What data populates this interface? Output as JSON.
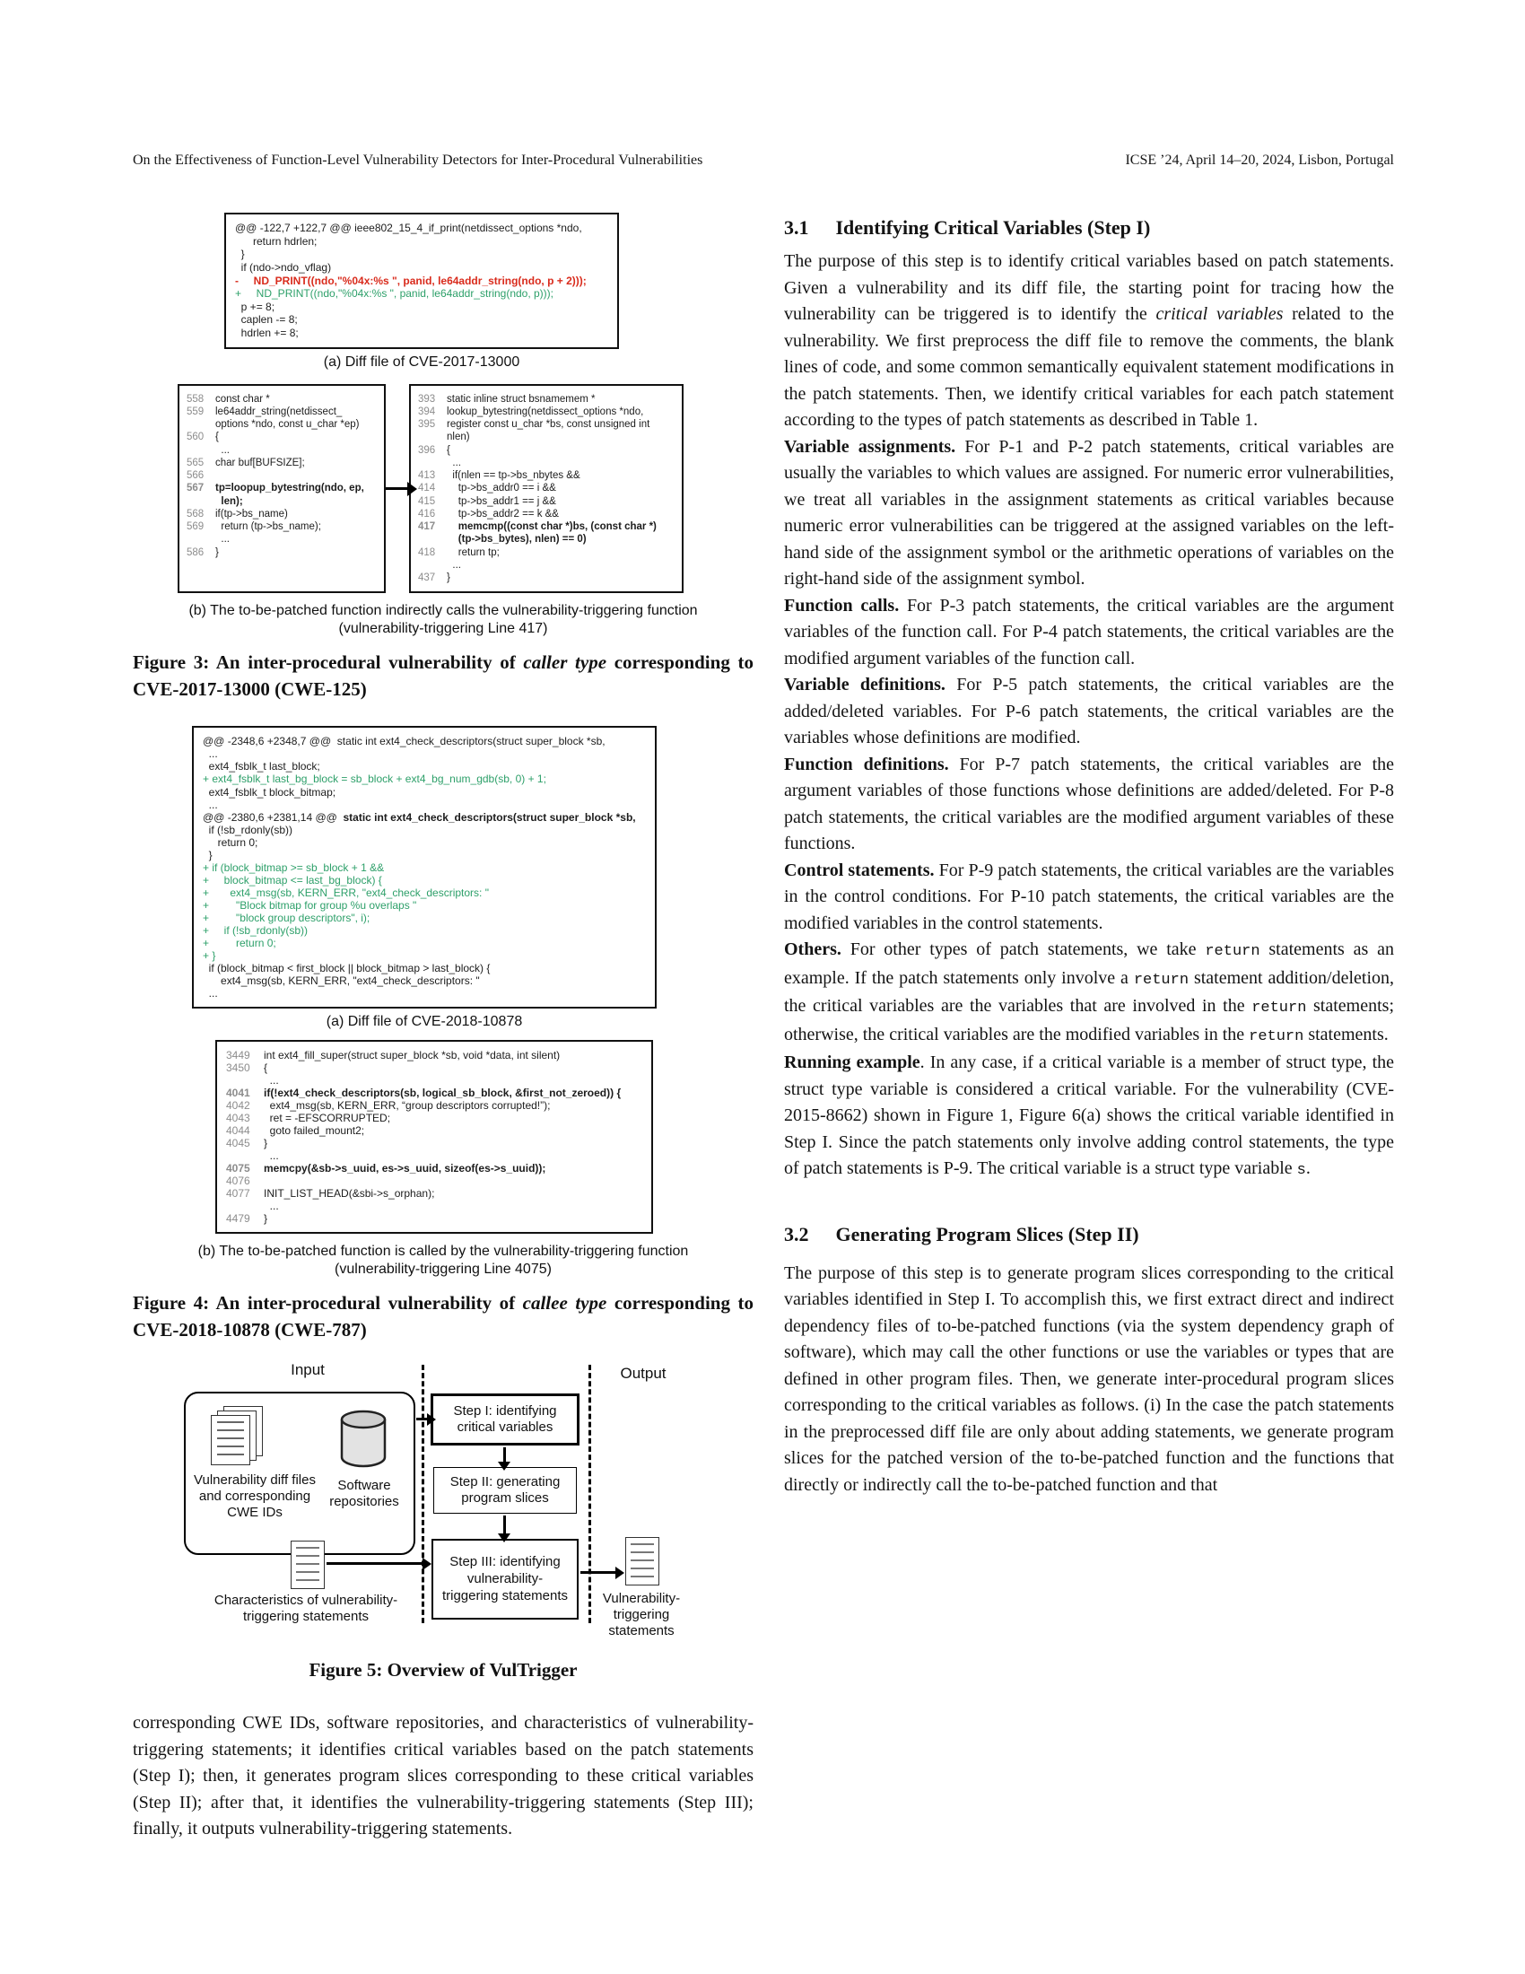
{
  "header": {
    "left": "On the Effectiveness of Function-Level Vulnerability Detectors for Inter-Procedural Vulnerabilities",
    "right": "ICSE ’24, April 14–20, 2024, Lisbon, Portugal"
  },
  "colors": {
    "diff_removed": "#d92b1c",
    "diff_added": "#2ea06a",
    "line_number_gray": "#8c8c8c"
  },
  "figure3": {
    "diff_a": [
      {
        "t": "@@ -122,7 +122,7 @@ ieee802_15_4_if_print(netdissect_options *ndo,"
      },
      {
        "t": "      return hdrlen;"
      },
      {
        "t": "  }"
      },
      {
        "t": "  if (ndo->ndo_vflag)"
      },
      {
        "t": "-     ND_PRINT((ndo,\"%04x:%s \", panid, le64addr_string(ndo, p + 2)));",
        "c": "red",
        "b": true
      },
      {
        "t": "+     ND_PRINT((ndo,\"%04x:%s \", panid, le64addr_string(ndo, p)));",
        "c": "green"
      },
      {
        "t": "  p += 8;"
      },
      {
        "t": "  caplen -= 8;"
      },
      {
        "t": "  hdrlen += 8;"
      }
    ],
    "caption_a": "(a) Diff file of CVE-2017-13000",
    "caller_box": [
      {
        "n": "558",
        "t": "const char *"
      },
      {
        "n": "559",
        "t": "le64addr_string(netdissect_"
      },
      {
        "n": "",
        "t": "options *ndo, const u_char *ep)"
      },
      {
        "n": "560",
        "t": "{"
      },
      {
        "n": "",
        "t": "  ..."
      },
      {
        "n": "565",
        "t": "char buf[BUFSIZE];"
      },
      {
        "n": "566",
        "t": ""
      },
      {
        "n": "567",
        "t": "tp=loopup_bytestring(ndo, ep,",
        "b": true
      },
      {
        "n": "",
        "t": "  len);",
        "b": true
      },
      {
        "n": "568",
        "t": "if(tp->bs_name)"
      },
      {
        "n": "569",
        "t": "  return (tp->bs_name);"
      },
      {
        "n": "",
        "t": "  ..."
      },
      {
        "n": "586",
        "t": "}"
      }
    ],
    "callee_box": [
      {
        "n": "393",
        "t": "static inline struct bsnamemem *"
      },
      {
        "n": "394",
        "t": "lookup_bytestring(netdissect_options *ndo,"
      },
      {
        "n": "395",
        "t": "register const u_char *bs, const unsigned int"
      },
      {
        "n": "",
        "t": "nlen)"
      },
      {
        "n": "396",
        "t": "{"
      },
      {
        "n": "",
        "t": "  ..."
      },
      {
        "n": "413",
        "t": "  if(nlen == tp->bs_nbytes &&"
      },
      {
        "n": "414",
        "t": "    tp->bs_addr0 == i &&"
      },
      {
        "n": "415",
        "t": "    tp->bs_addr1 == j &&"
      },
      {
        "n": "416",
        "t": "    tp->bs_addr2 == k &&"
      },
      {
        "n": "417",
        "t": "    memcmp((const char *)bs, (const char *)",
        "b": true
      },
      {
        "n": "",
        "t": "    (tp->bs_bytes), nlen) == 0)",
        "b": true
      },
      {
        "n": "418",
        "t": "    return tp;"
      },
      {
        "n": "",
        "t": "  ..."
      },
      {
        "n": "437",
        "t": "}"
      }
    ],
    "caption_b_line1": "(b) The to-be-patched function indirectly calls the vulnerability-triggering function",
    "caption_b_line2": "(vulnerability-triggering Line 417)",
    "caption": [
      {
        "t": "Figure 3: An inter-procedural vulnerability of ",
        "s": "b"
      },
      {
        "t": "caller type",
        "s": "bi"
      },
      {
        "t": " corresponding to CVE-2017-13000 (CWE-125)",
        "s": "b"
      }
    ]
  },
  "figure4": {
    "diff_a": [
      {
        "t": "@@ -2348,6 +2348,7 @@  static int ext4_check_descriptors(struct super_block *sb,"
      },
      {
        "t": "  ..."
      },
      {
        "t": "  ext4_fsblk_t last_block;"
      },
      {
        "t": "+ ext4_fsblk_t last_bg_block = sb_block + ext4_bg_num_gdb(sb, 0) + 1;",
        "c": "green"
      },
      {
        "t": "  ext4_fsblk_t block_bitmap;"
      },
      {
        "t": "  ..."
      },
      {
        "t": "@@ -2380,6 +2381,14 @@  ",
        "t2": "static int ext4_check_descriptors(struct super_block *sb,"
      },
      {
        "t": "  if (!sb_rdonly(sb))"
      },
      {
        "t": "     return 0;"
      },
      {
        "t": "  }"
      },
      {
        "t": "+ if (block_bitmap >= sb_block + 1 &&",
        "c": "green"
      },
      {
        "t": "+     block_bitmap <= last_bg_block) {",
        "c": "green"
      },
      {
        "t": "+       ext4_msg(sb, KERN_ERR, \"ext4_check_descriptors: \"",
        "c": "green"
      },
      {
        "t": "+         \"Block bitmap for group %u overlaps \"",
        "c": "green"
      },
      {
        "t": "+         \"block group descriptors\", i);",
        "c": "green"
      },
      {
        "t": "+     if (!sb_rdonly(sb))",
        "c": "green"
      },
      {
        "t": "+         return 0;",
        "c": "green"
      },
      {
        "t": "+ }",
        "c": "green"
      },
      {
        "t": "  if (block_bitmap < first_block || block_bitmap > last_block) {"
      },
      {
        "t": "      ext4_msg(sb, KERN_ERR, \"ext4_check_descriptors: \""
      },
      {
        "t": "  ..."
      }
    ],
    "caption_a": "(a) Diff file of CVE-2018-10878",
    "callee_box": [
      {
        "n": "3449",
        "t": "int ext4_fill_super(struct super_block *sb, void *data, int silent)"
      },
      {
        "n": "3450",
        "t": "{"
      },
      {
        "n": "",
        "t": "  ..."
      },
      {
        "n": "4041",
        "t": "if(!ext4_check_descriptors(sb, logical_sb_block, &first_not_zeroed)) {",
        "b": true
      },
      {
        "n": "4042",
        "t": "  ext4_msg(sb, KERN_ERR, “group descriptors corrupted!”);"
      },
      {
        "n": "4043",
        "t": "  ret = -EFSCORRUPTED;"
      },
      {
        "n": "4044",
        "t": "  goto failed_mount2;"
      },
      {
        "n": "4045",
        "t": "}"
      },
      {
        "n": "",
        "t": "  ..."
      },
      {
        "n": "4075",
        "t": "memcpy(&sb->s_uuid, es->s_uuid, sizeof(es->s_uuid));",
        "b": true
      },
      {
        "n": "4076",
        "t": ""
      },
      {
        "n": "4077",
        "t": "INIT_LIST_HEAD(&sbi->s_orphan);"
      },
      {
        "n": "",
        "t": "  ..."
      },
      {
        "n": "4479",
        "t": "}"
      }
    ],
    "caption_b_line1": "(b) The to-be-patched function is called by the vulnerability-triggering function",
    "caption_b_line2": "(vulnerability-triggering Line 4075)",
    "caption": [
      {
        "t": "Figure 4: An inter-procedural vulnerability of ",
        "s": "b"
      },
      {
        "t": "callee type",
        "s": "bi"
      },
      {
        "t": " corresponding to CVE-2018-10878 (CWE-787)",
        "s": "b"
      }
    ]
  },
  "figure5": {
    "input_label": "Input",
    "output_label": "Output",
    "diff_files_label": "Vulnerability diff files and corresponding CWE IDs",
    "repos_label": "Software repositories",
    "step1": "Step I: identifying critical variables",
    "step2": "Step II: generating program slices",
    "step3": "Step III: identifying vulnerability-triggering statements",
    "characteristics_label": "Characteristics of vulnerability-triggering statements",
    "output_doc_label": "Vulnerability-triggering statements",
    "caption": "Figure 5: Overview of VulTrigger"
  },
  "left_column_paragraph": [
    {
      "t": "corresponding CWE IDs, software repositories, and characteristics of vulnerability-triggering statements; it identifies critical variables based on the patch statements (Step I); then, it generates program slices corresponding to these critical variables (Step II); after that, it identifies the vulnerability-triggering statements (Step III); finally, it outputs vulnerability-triggering statements."
    }
  ],
  "section31": {
    "num": "3.1",
    "title": "Identifying Critical Variables (Step I)",
    "p1": [
      {
        "t": "The purpose of this step is to identify critical variables based on patch statements. Given a vulnerability and its diff file, the starting point for tracing how the vulnerability can be triggered is to identify the "
      },
      {
        "t": "critical variables",
        "s": "i"
      },
      {
        "t": " related to the vulnerability. We first preprocess the diff file to remove the comments, the blank lines of code, and some common semantically equivalent statement modifications in the patch statements. Then, we identify critical variables for each patch statement according to the types of patch statements as described in Table 1."
      }
    ],
    "p2": [
      {
        "t": "Variable assignments.",
        "s": "b"
      },
      {
        "t": " For P-1 and P-2 patch statements, critical variables are usually the variables to which values are assigned. For numeric error vulnerabilities, we treat all variables in the assignment statements as critical variables because numeric error vulnerabilities can be triggered at the assigned variables on the left-hand side of the assignment symbol or the arithmetic operations of variables on the right-hand side of the assignment symbol."
      }
    ],
    "p3": [
      {
        "t": "Function calls.",
        "s": "b"
      },
      {
        "t": " For P-3 patch statements, the critical variables are the argument variables of the function call. For P-4 patch statements, the critical variables are the modified argument variables of the function call."
      }
    ],
    "p4": [
      {
        "t": "Variable definitions.",
        "s": "b"
      },
      {
        "t": " For P-5 patch statements, the critical variables are the added/deleted variables. For P-6 patch statements, the critical variables are the variables whose definitions are modified."
      }
    ],
    "p5": [
      {
        "t": "Function definitions.",
        "s": "b"
      },
      {
        "t": " For P-7 patch statements, the critical variables are the argument variables of those functions whose definitions are added/deleted. For P-8 patch statements, the critical variables are the modified argument variables of these functions."
      }
    ],
    "p6": [
      {
        "t": "Control statements.",
        "s": "b"
      },
      {
        "t": " For P-9 patch statements, the critical variables are the variables in the control conditions. For P-10 patch statements, the critical variables are the modified variables in the control statements."
      }
    ],
    "p7": [
      {
        "t": "Others.",
        "s": "b"
      },
      {
        "t": " For other types of patch statements, we take "
      },
      {
        "t": "return",
        "s": "m"
      },
      {
        "t": " statements as an example. If the patch statements only involve a "
      },
      {
        "t": "return",
        "s": "m"
      },
      {
        "t": " statement addition/deletion, the critical variables are the variables that are involved in the "
      },
      {
        "t": "return",
        "s": "m"
      },
      {
        "t": " statements; otherwise, the critical variables are the modified variables in the "
      },
      {
        "t": "return",
        "s": "m"
      },
      {
        "t": " statements."
      }
    ],
    "p8": [
      {
        "t": "Running example",
        "s": "b"
      },
      {
        "t": ". In any case, if a critical variable is a member of struct type, the struct type variable is considered a critical variable. For the vulnerability (CVE-2015-8662) shown in Figure 1, Figure 6(a) shows the critical variable identified in Step I. Since the patch statements only involve adding control statements, the type of patch statements is P-9. The critical variable is a struct type variable "
      },
      {
        "t": "s",
        "s": "m"
      },
      {
        "t": "."
      }
    ]
  },
  "section32": {
    "num": "3.2",
    "title": "Generating Program Slices (Step II)",
    "p1": [
      {
        "t": "The purpose of this step is to generate program slices corresponding to the critical variables identified in Step I. To accomplish this, we first extract direct and indirect dependency files of to-be-patched functions (via the system dependency graph of software), which may call the other functions or use the variables or types that are defined in other program files. Then, we generate inter-procedural program slices corresponding to the critical variables as follows. (i) In the case the patch statements in the preprocessed diff file are only about adding statements, we generate program slices for the patched version of the to-be-patched function and the functions that directly or indirectly call the to-be-patched function and that"
      }
    ]
  }
}
